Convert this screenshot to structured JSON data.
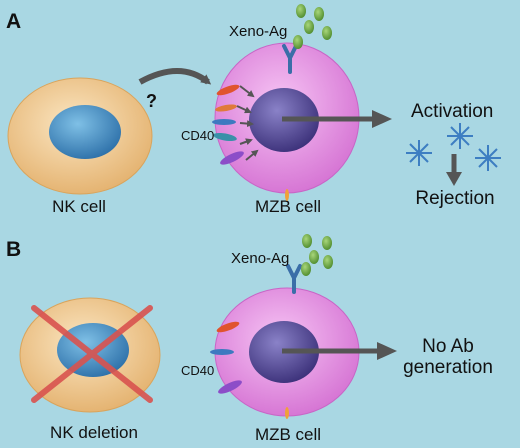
{
  "panel_a": {
    "letter": "A",
    "xeno_label": "Xeno-Ag",
    "question": "?",
    "cd40_label": "CD40",
    "nk_label": "NK cell",
    "mzb_label": "MZB cell",
    "activation_label": "Activation",
    "rejection_label": "Rejection"
  },
  "panel_b": {
    "letter": "B",
    "xeno_label": "Xeno-Ag",
    "cd40_label": "CD40",
    "nk_label": "NK deletion",
    "mzb_label": "MZB cell",
    "outcome_line1": "No Ab",
    "outcome_line2": "generation"
  },
  "colors": {
    "background": "#a9d7e3",
    "nk_outer": "#f2c98b",
    "nk_nucleus": "#4f93c4",
    "mzb_outer": "#e89ae6",
    "mzb_nucleus": "#5a4e9e",
    "arrow": "#555555",
    "cross": "#d9534f",
    "antigen": "#6fa83f",
    "receptor": "#3a6ea8",
    "crystal": "#3d7ec2"
  }
}
